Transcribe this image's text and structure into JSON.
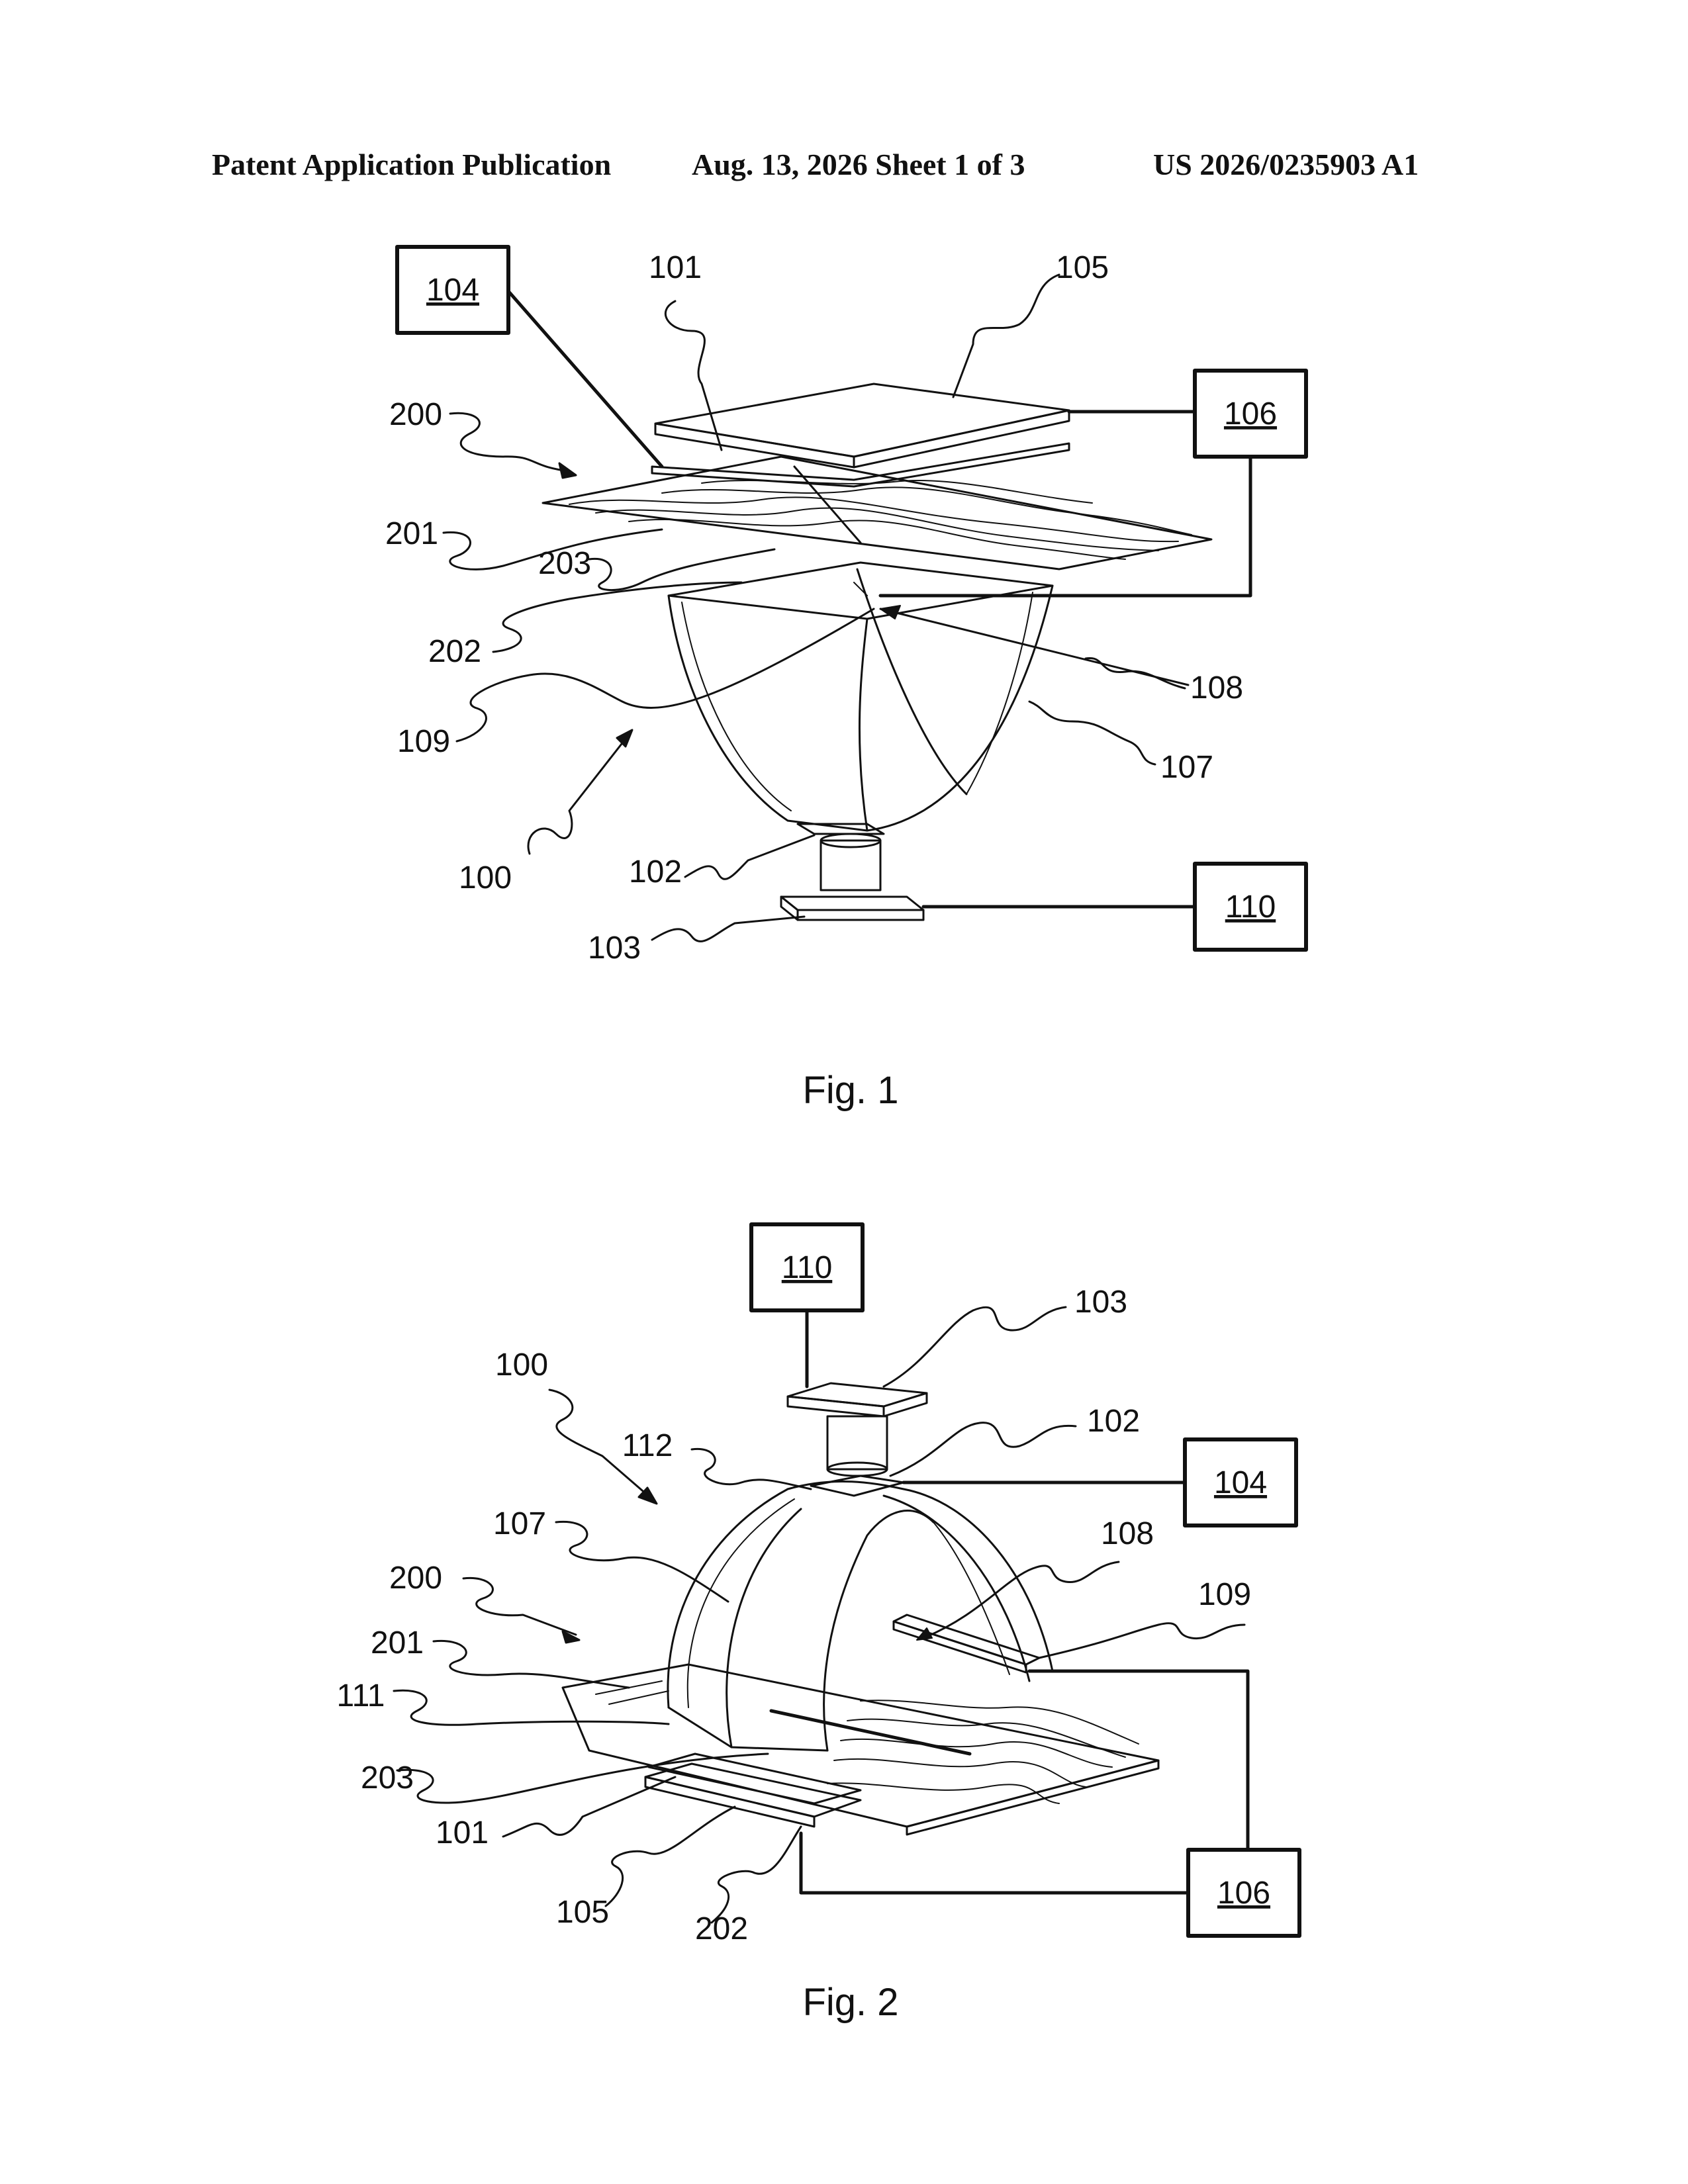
{
  "header": {
    "left": "Patent Application Publication",
    "middle": "Aug. 13, 2026  Sheet 1 of 3",
    "right": "US 2026/0235903 A1"
  },
  "fig1": {
    "caption": "Fig. 1",
    "labels": {
      "l101": "101",
      "l105": "105",
      "l200": "200",
      "l201": "201",
      "l203": "203",
      "l202": "202",
      "l109": "109",
      "l100": "100",
      "l102": "102",
      "l103": "103",
      "l108": "108",
      "l107": "107"
    },
    "boxes": {
      "b104": "104",
      "b106": "106",
      "b110": "110"
    }
  },
  "fig2": {
    "caption": "Fig. 2",
    "labels": {
      "l100": "100",
      "l112": "112",
      "l107": "107",
      "l200": "200",
      "l201": "201",
      "l111": "111",
      "l203": "203",
      "l101": "101",
      "l105": "105",
      "l202": "202",
      "l103": "103",
      "l102": "102",
      "l108": "108",
      "l109": "109"
    },
    "boxes": {
      "b110": "110",
      "b104": "104",
      "b106": "106"
    }
  }
}
